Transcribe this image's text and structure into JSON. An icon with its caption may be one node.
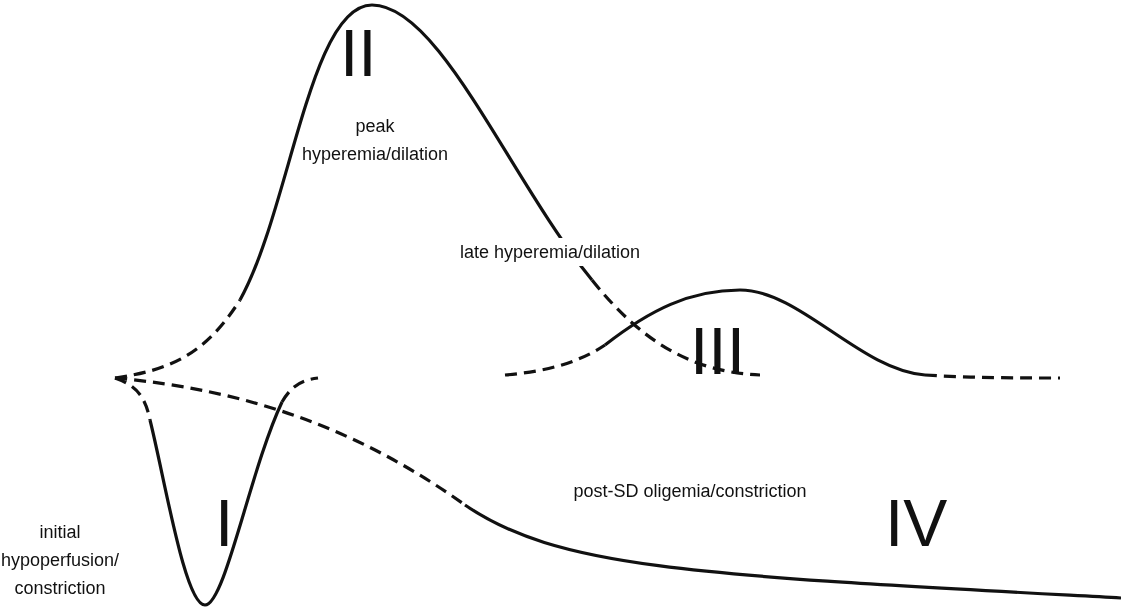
{
  "diagram": {
    "labels": [
      "II",
      "peak hyperemia/dilation",
      "late hyperemia/dilation",
      "III",
      "I",
      "initial hypoperfusion/ constriction",
      "post-SD oligemia/constriction",
      "IV"
    ]
  }
}
